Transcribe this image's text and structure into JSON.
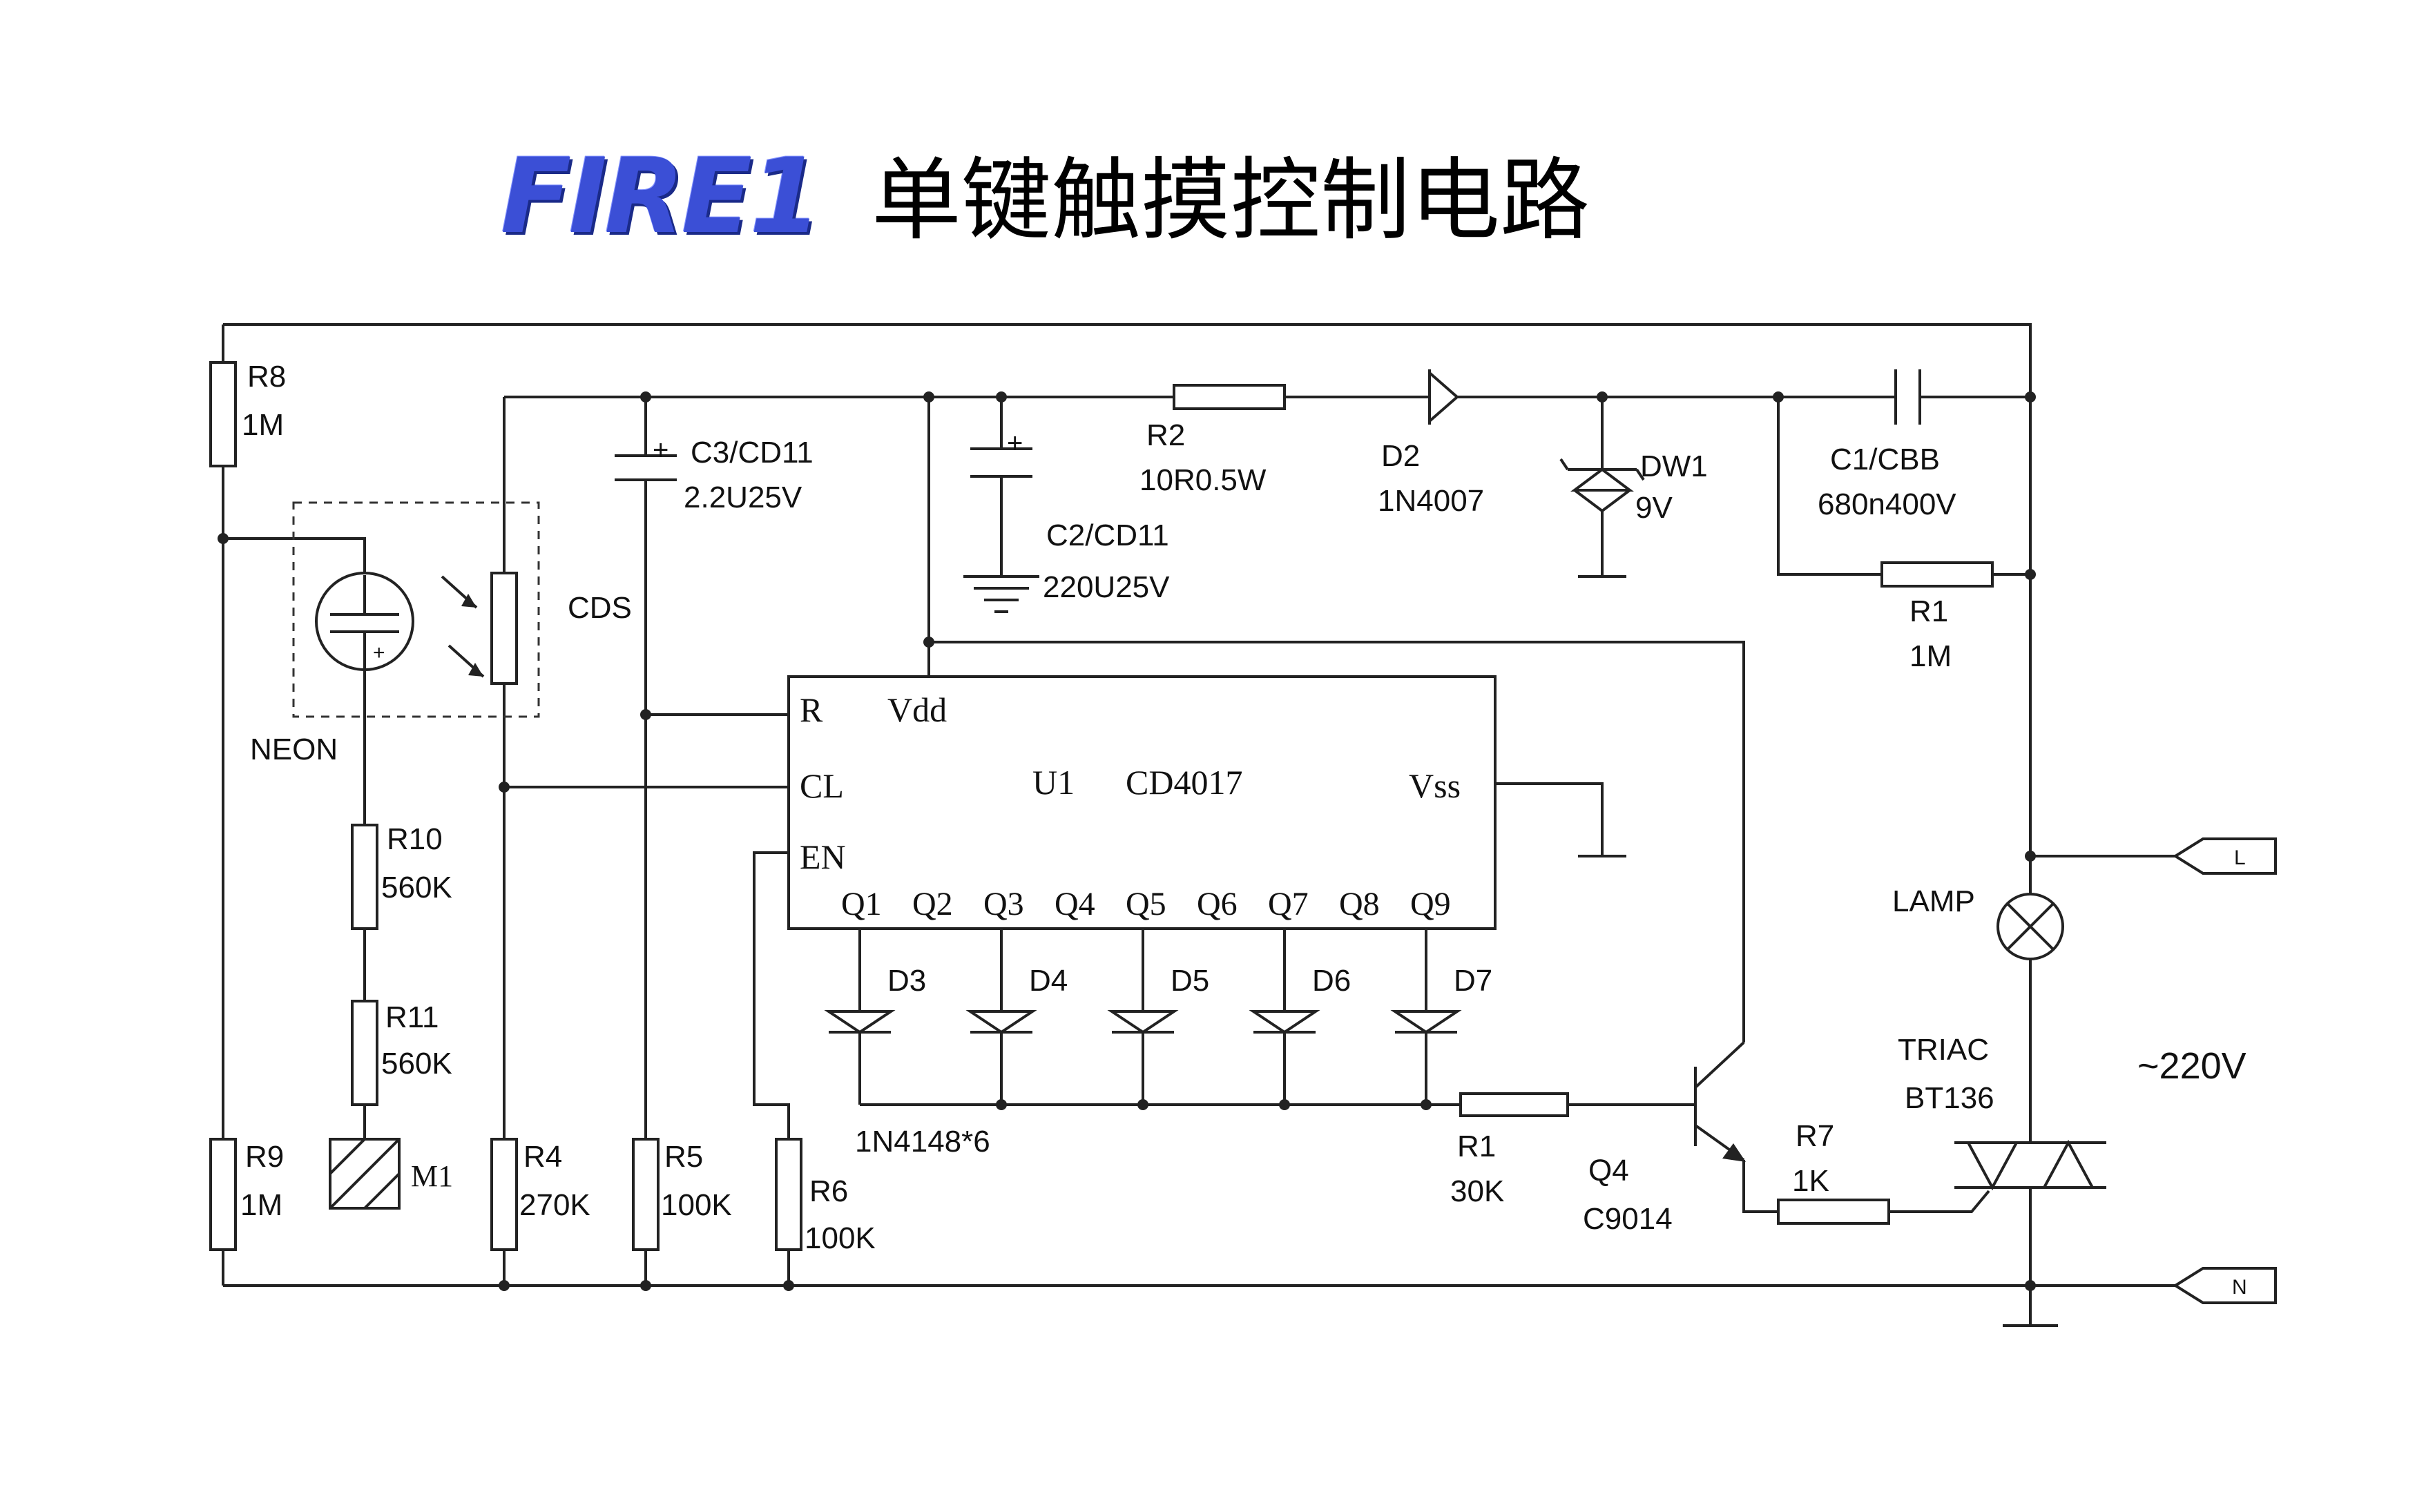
{
  "title": {
    "logo": "FIRE1",
    "text": "单键触摸控制电路"
  },
  "labels": {
    "r8": [
      "R8",
      "1M"
    ],
    "r9": [
      "R9",
      "1M"
    ],
    "r10": [
      "R10",
      "560K"
    ],
    "r11": [
      "R11",
      "560K"
    ],
    "m1": "M1",
    "neon": "NEON",
    "cds": "CDS",
    "r4": [
      "R4",
      "270K"
    ],
    "r5": [
      "R5",
      "100K"
    ],
    "r6": [
      "R6",
      "100K"
    ],
    "c3": [
      "C3/CD11",
      "2.2U25V"
    ],
    "c2": [
      "C2/CD11",
      "220U25V"
    ],
    "r2": [
      "R2",
      "10R0.5W"
    ],
    "d2": [
      "D2",
      "1N4007"
    ],
    "dw1": [
      "DW1",
      "9V"
    ],
    "c1": [
      "C1/CBB",
      "680n400V"
    ],
    "r1_top": [
      "R1",
      "1M"
    ],
    "ic": {
      "r": "R",
      "vdd": "Vdd",
      "cl": "CL",
      "en": "EN",
      "name": "U1",
      "part": "CD4017",
      "vss": "Vss",
      "outputs": [
        "Q1",
        "Q2",
        "Q3",
        "Q4",
        "Q5",
        "Q6",
        "Q7",
        "Q8",
        "Q9"
      ]
    },
    "diodes": [
      "D3",
      "D4",
      "D5",
      "D6",
      "D7"
    ],
    "diode_part": "1N4148*6",
    "r1_bottom": [
      "R1",
      "30K"
    ],
    "q4": [
      "Q4",
      "C9014"
    ],
    "r7": [
      "R7",
      "1K"
    ],
    "triac": [
      "TRIAC",
      "BT136"
    ],
    "lamp": "LAMP",
    "mains": "~220V",
    "terminal_l": "L",
    "terminal_n": "N"
  }
}
